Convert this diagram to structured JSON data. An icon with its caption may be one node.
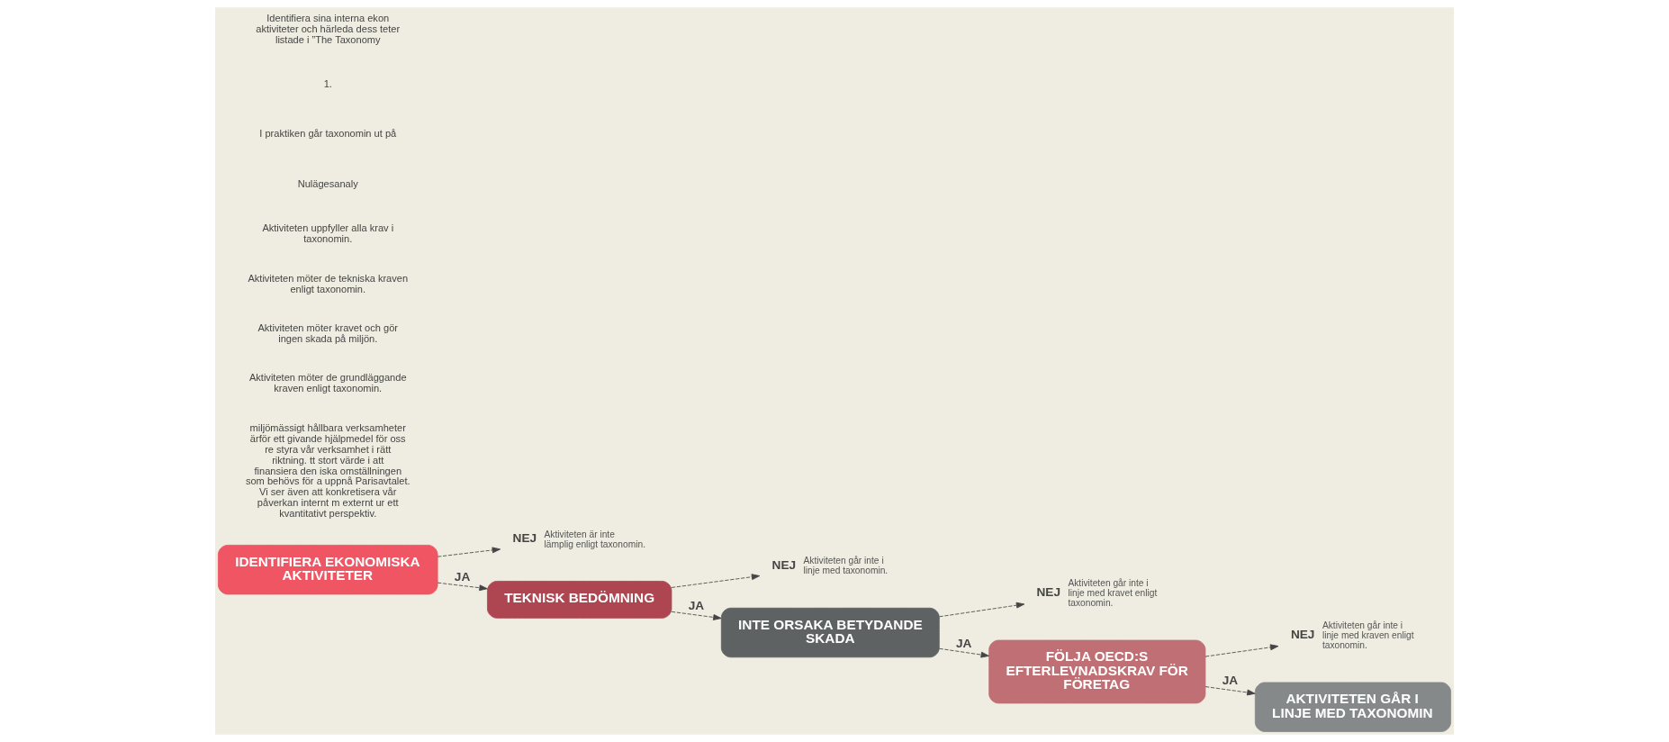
{
  "diagram": {
    "nodes": [
      {
        "text": [
          "IDENTIFIERA EKONOMISKA AKTIVITETER"
        ]
      },
      {
        "text": [
          "NEJ"
        ],
        "beside": [
          "Aktiviteten är inte lämplig enligt taxonomin."
        ]
      },
      {
        "text": [
          "TEKNISK BEDÖMNING"
        ]
      },
      {
        "text": [
          "NEJ"
        ],
        "beside": [
          "Aktiviteten går inte i linje med taxonomin."
        ]
      },
      {
        "text": [
          "INTE ORSAKA BETYDANDE SKADA"
        ]
      },
      {
        "text": [
          "NEJ"
        ],
        "beside": [
          "Aktiviteten går inte i linje med kravet enligt taxonomin."
        ]
      },
      {
        "text": [
          "FÖLJA OECD:S EFTERLEVNADSKRAV FÖR FÖRETAG"
        ]
      },
      {
        "text": [
          "NEJ"
        ],
        "beside": [
          "Aktiviteten går inte i linje med kraven enligt taxonomin."
        ]
      },
      {
        "text": [
          "AKTIVITETEN GÅR I LINJE MED TAXONOMIN"
        ]
      }
    ],
    "edges": [
      {
        "from": 0,
        "to": 2,
        "arrow": "to",
        "label": "JA",
        "style": "dashed"
      },
      {
        "from": 0,
        "to": 1,
        "arrow": "to",
        "style": "dashed"
      },
      {
        "from": 2,
        "to": 4,
        "arrow": "to",
        "label": "JA",
        "style": "dashed"
      },
      {
        "from": 2,
        "to": 3,
        "arrow": "to",
        "style": "dashed"
      },
      {
        "from": 4,
        "to": 6,
        "arrow": "to",
        "label": "JA",
        "style": "dashed"
      },
      {
        "from": 4,
        "to": 5,
        "arrow": "to",
        "style": "dashed"
      },
      {
        "from": 6,
        "to": 8,
        "arrow": "to",
        "label": "JA",
        "style": "dashed"
      },
      {
        "from": 6,
        "to": 7,
        "arrow": "to",
        "style": "dashed"
      }
    ],
    "labels": [
      "miljömässigt hållbara verksamheter ärför ett givande hjälpmedel för oss re styra vår verksamhet i rätt riktning. tt stort värde i att finansiera den iska omställningen som behövs för a uppnå Parisavtalet. Vi ser även att konkretisera vår påverkan internt m externt ur ett kvantitativt perspektiv.",
      "Aktiviteten möter de grundläggande kraven enligt taxonomin.",
      "Aktiviteten möter kravet och gör ingen skada på miljön.",
      "Aktiviteten möter de tekniska kraven enligt taxonomin.",
      "Aktiviteten uppfyller alla krav i taxonomin.",
      "Nulägesanaly",
      "I praktiken går taxonomin ut på",
      "1.",
      "Identifiera sina interna ekon aktiviteter och härleda dess teter listade i ”The Taxonomy"
    ]
  }
}
